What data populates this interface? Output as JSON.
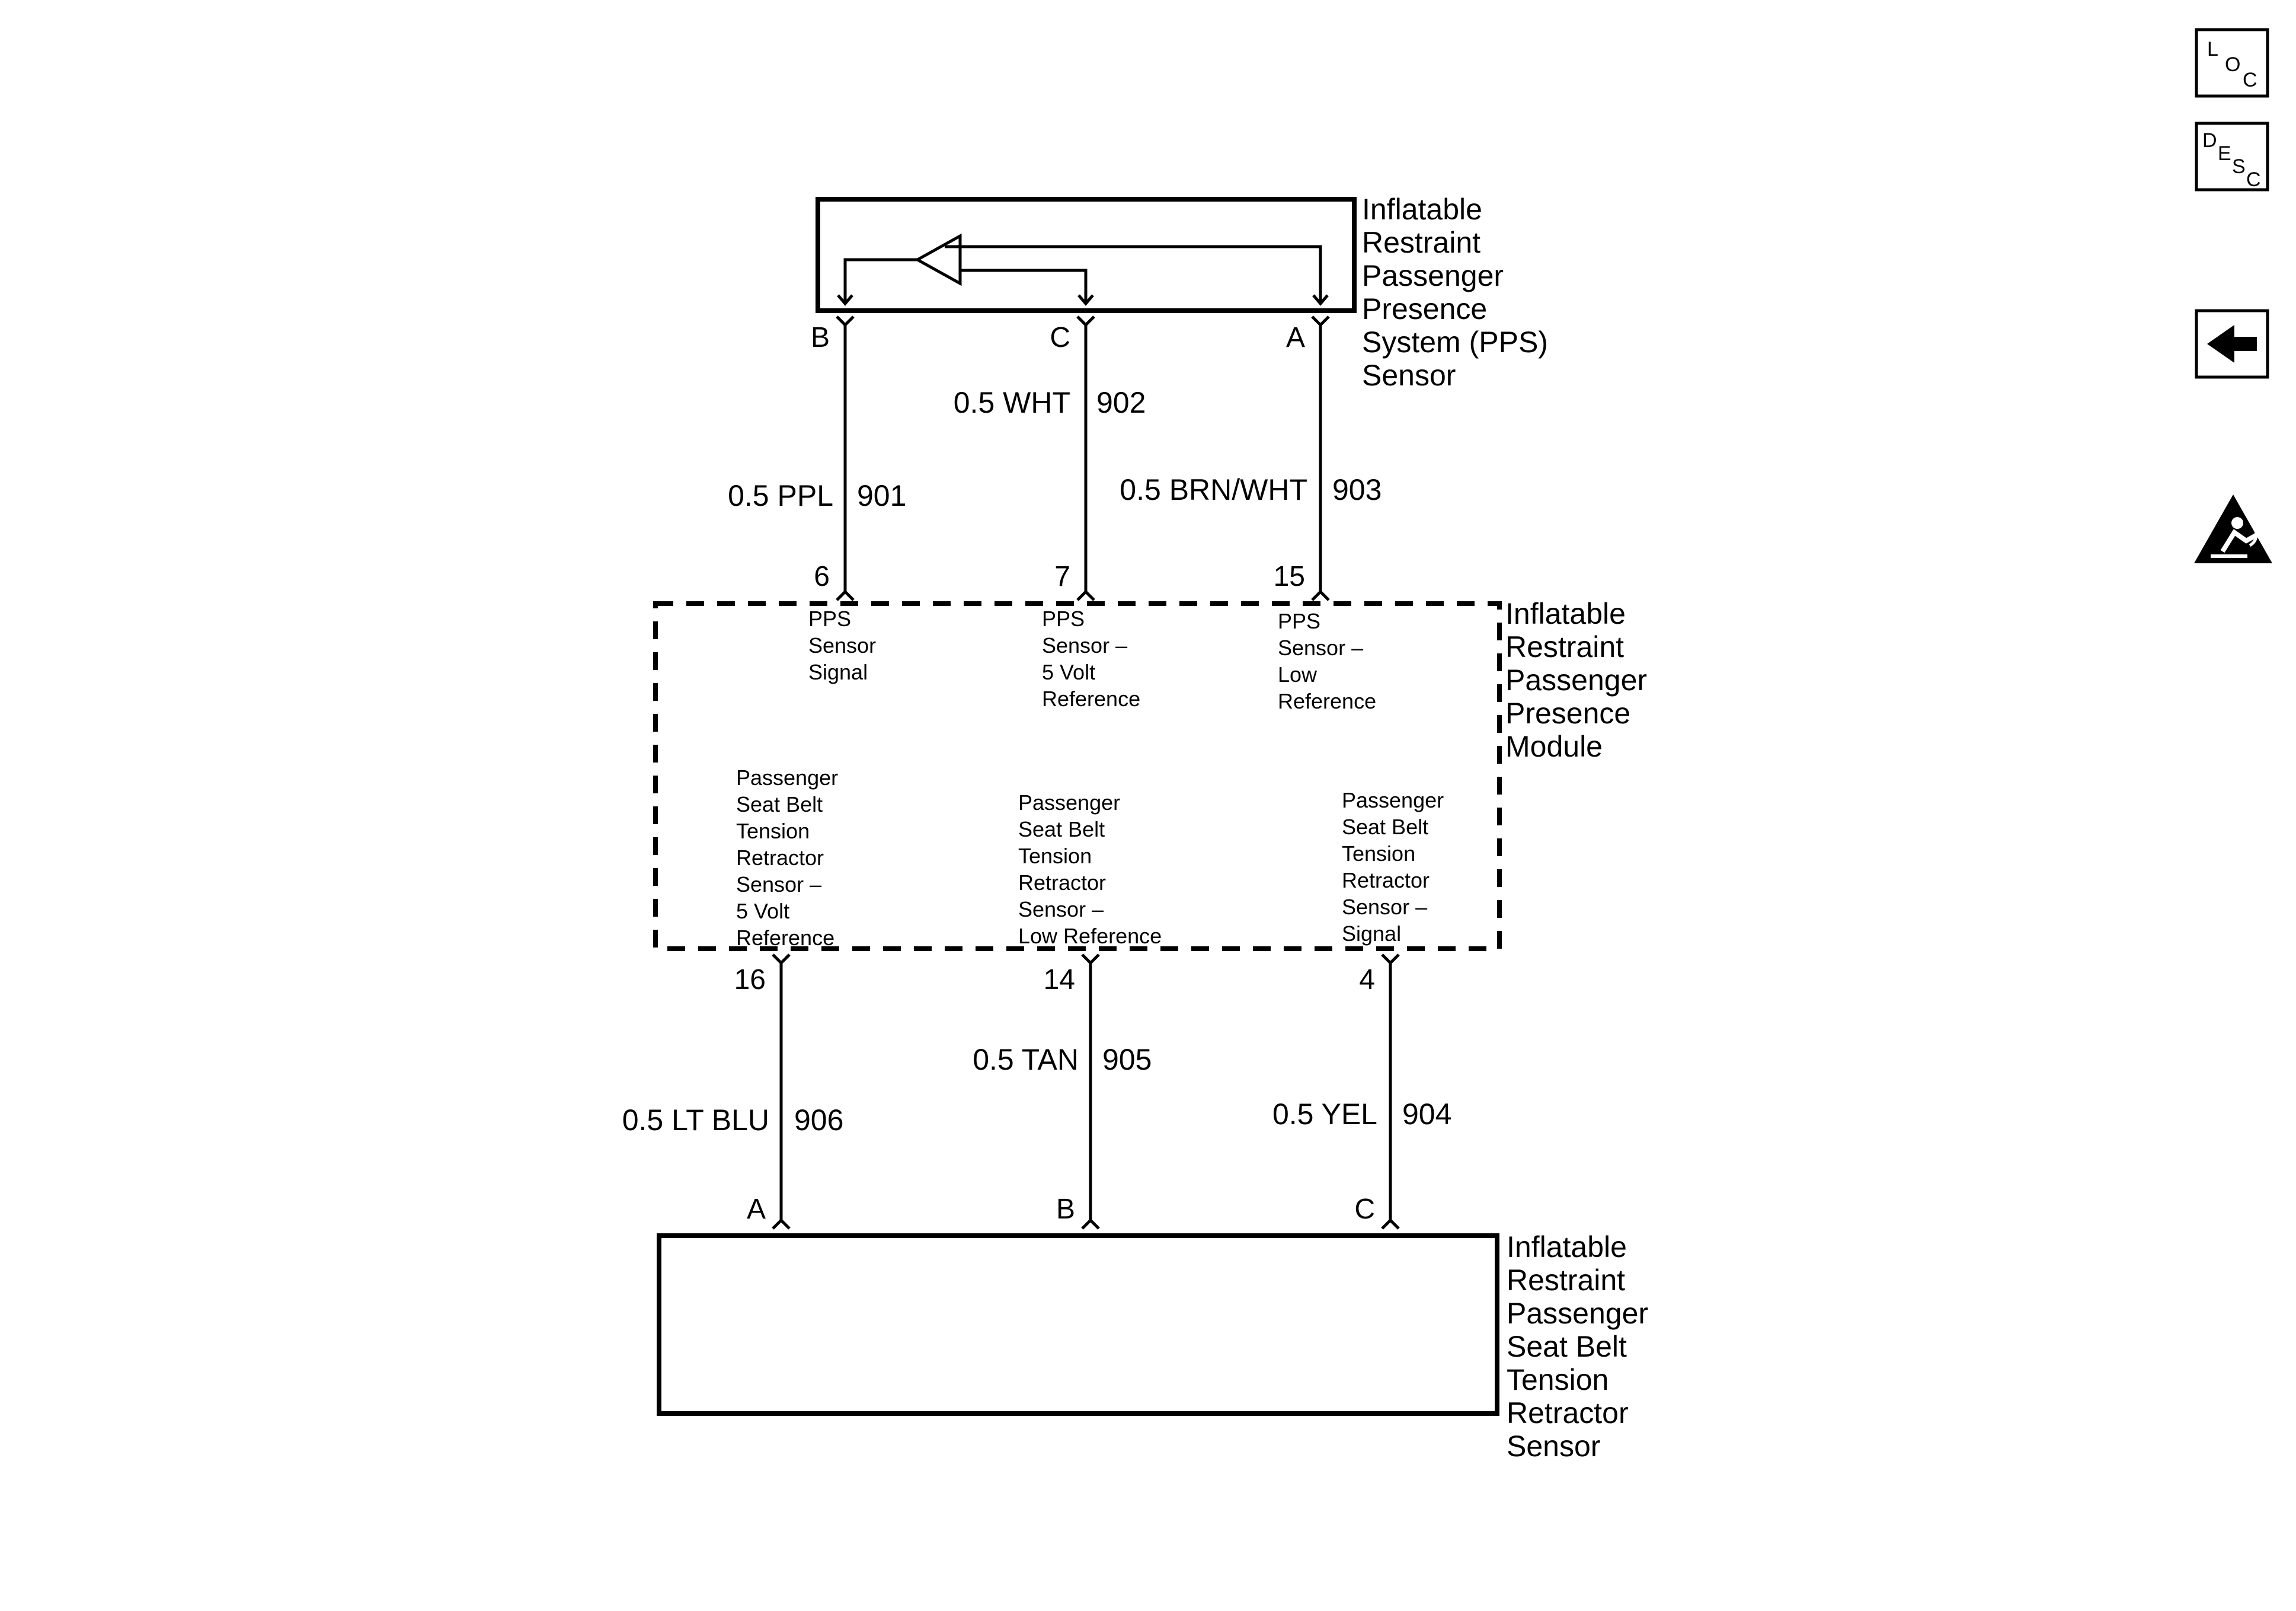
{
  "components": {
    "pps_sensor": {
      "name_lines": [
        "Inflatable",
        "Restraint",
        "Passenger",
        "Presence",
        "System (PPS)",
        "Sensor"
      ]
    },
    "ppm_module": {
      "name_lines": [
        "Inflatable",
        "Restraint",
        "Passenger",
        "Presence",
        "Module"
      ]
    },
    "seatbelt_sensor": {
      "name_lines": [
        "Inflatable",
        "Restraint",
        "Passenger",
        "Seat Belt",
        "Tension",
        "Retractor",
        "Sensor"
      ]
    }
  },
  "upper_circuits": [
    {
      "sensor_pin": "B",
      "module_pin": "6",
      "wire": "0.5 PPL",
      "circuit": "901",
      "function_lines": [
        "PPS",
        "Sensor",
        "Signal"
      ]
    },
    {
      "sensor_pin": "C",
      "module_pin": "7",
      "wire": "0.5 WHT",
      "circuit": "902",
      "function_lines": [
        "PPS",
        "Sensor –",
        "5 Volt",
        "Reference"
      ]
    },
    {
      "sensor_pin": "A",
      "module_pin": "15",
      "wire": "0.5 BRN/WHT",
      "circuit": "903",
      "function_lines": [
        "PPS",
        "Sensor –",
        "Low",
        "Reference"
      ]
    }
  ],
  "lower_circuits": [
    {
      "module_pin": "16",
      "sensor_pin": "A",
      "wire": "0.5 LT BLU",
      "circuit": "906",
      "function_lines": [
        "Passenger",
        "Seat Belt",
        "Tension",
        "Retractor",
        "Sensor –",
        "5 Volt",
        "Reference"
      ]
    },
    {
      "module_pin": "14",
      "sensor_pin": "B",
      "wire": "0.5 TAN",
      "circuit": "905",
      "function_lines": [
        "Passenger",
        "Seat Belt",
        "Tension",
        "Retractor",
        "Sensor –",
        "Low Reference"
      ]
    },
    {
      "module_pin": "4",
      "sensor_pin": "C",
      "wire": "0.5 YEL",
      "circuit": "904",
      "function_lines": [
        "Passenger",
        "Seat Belt",
        "Tension",
        "Retractor",
        "Sensor –",
        "Signal"
      ]
    }
  ],
  "nav": {
    "loc": {
      "letters": [
        "L",
        "O",
        "C"
      ],
      "icon": "loc-icon"
    },
    "desc": {
      "letters": [
        "D",
        "E",
        "S",
        "C"
      ],
      "icon": "desc-icon"
    },
    "back": {
      "icon": "back-arrow-icon"
    },
    "warning": {
      "icon": "airbag-warning-icon"
    }
  }
}
